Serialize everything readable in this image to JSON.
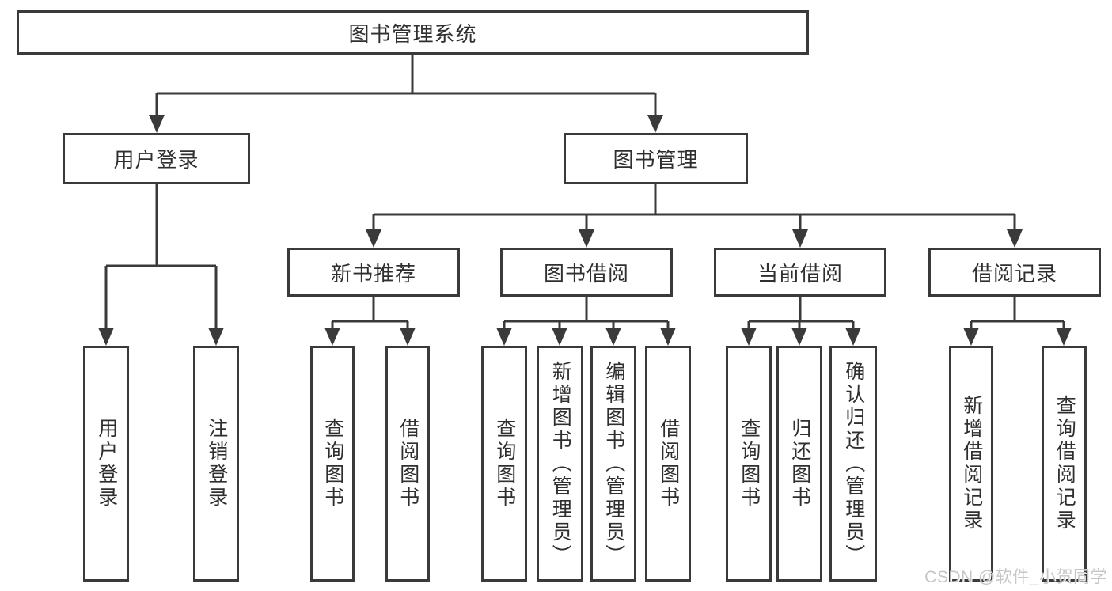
{
  "colors": {
    "line": "#3a3a3a",
    "box_border": "#3a3a3a",
    "text": "#2f2f2f",
    "background": "#ffffff",
    "watermark": "#c6c6c6"
  },
  "tree": {
    "label": "图书管理系统",
    "children": [
      {
        "label": "用户登录",
        "children": [
          {
            "label": "用户登录"
          },
          {
            "label": "注销登录"
          }
        ]
      },
      {
        "label": "图书管理",
        "children": [
          {
            "label": "新书推荐",
            "children": [
              {
                "label": "查询图书"
              },
              {
                "label": "借阅图书"
              }
            ]
          },
          {
            "label": "图书借阅",
            "children": [
              {
                "label": "查询图书"
              },
              {
                "label": "新增图书（管理员）"
              },
              {
                "label": "编辑图书（管理员）"
              },
              {
                "label": "借阅图书"
              }
            ]
          },
          {
            "label": "当前借阅",
            "children": [
              {
                "label": "查询图书"
              },
              {
                "label": "归还图书"
              },
              {
                "label": "确认归还（管理员）"
              }
            ]
          },
          {
            "label": "借阅记录",
            "children": [
              {
                "label": "新增借阅记录"
              },
              {
                "label": "查询借阅记录"
              }
            ]
          }
        ]
      }
    ]
  },
  "watermark": {
    "text": "CSDN @软件_小贺同学"
  }
}
